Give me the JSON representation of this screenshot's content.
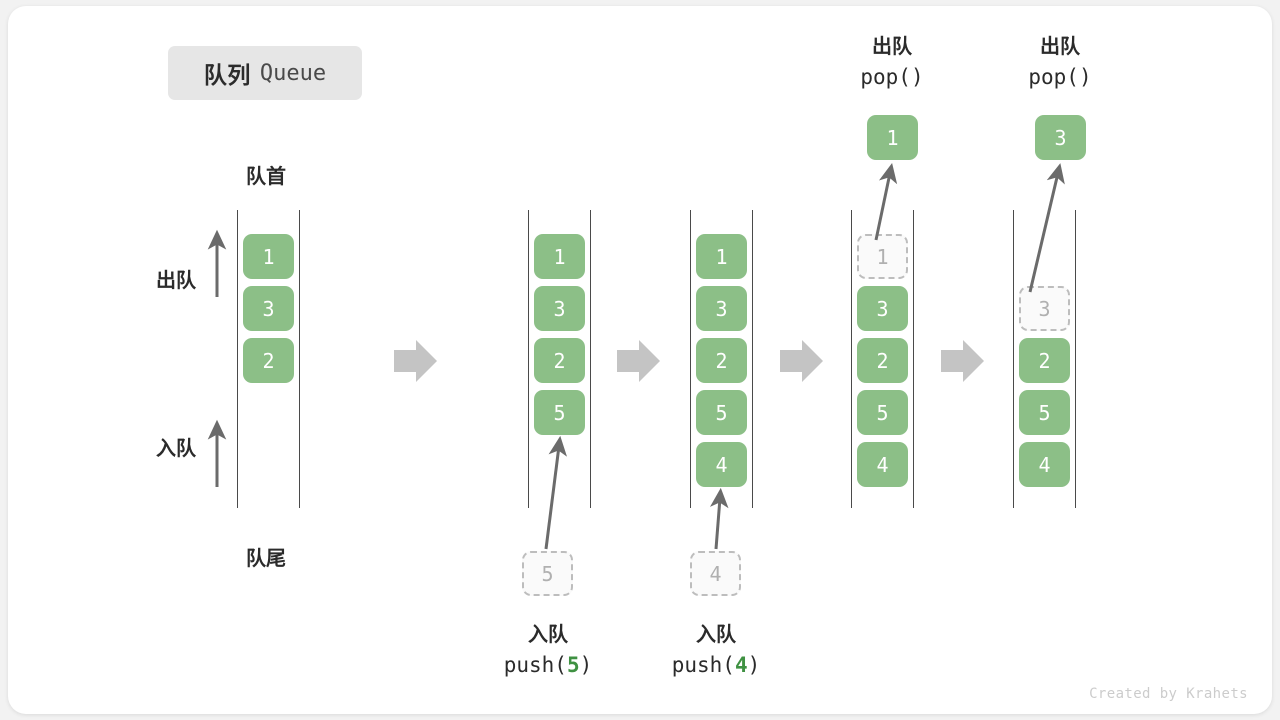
{
  "title": {
    "cn": "队列",
    "en": "Queue"
  },
  "labels": {
    "front": "队首",
    "rear": "队尾",
    "dequeue": "出队",
    "enqueue": "入队"
  },
  "credit": "Created by Krahets",
  "colors": {
    "box_fill": "#8cbf87",
    "box_text": "#ffffff",
    "ghost_border": "#bdbdbd",
    "ghost_text": "#b0b0b0",
    "rail": "#4a4a4a",
    "arrow": "#6b6b6b",
    "step_arrow": "#c4c4c4",
    "accent_code": "#3f9142",
    "badge_bg": "#e6e6e6"
  },
  "side_arrows": [
    {
      "label": "出队",
      "direction": "up"
    },
    {
      "label": "入队",
      "direction": "up"
    }
  ],
  "columns": [
    {
      "name": "initial",
      "slots": [
        {
          "value": "1",
          "state": "filled"
        },
        {
          "value": "3",
          "state": "filled"
        },
        {
          "value": "2",
          "state": "filled"
        }
      ]
    },
    {
      "name": "after-push-5",
      "slots": [
        {
          "value": "1",
          "state": "filled"
        },
        {
          "value": "3",
          "state": "filled"
        },
        {
          "value": "2",
          "state": "filled"
        },
        {
          "value": "5",
          "state": "filled"
        }
      ],
      "pending": {
        "value": "5",
        "state": "ghost"
      },
      "caption": {
        "cn": "入队",
        "code_prefix": "push(",
        "arg": "5",
        "code_suffix": ")"
      }
    },
    {
      "name": "after-push-4",
      "slots": [
        {
          "value": "1",
          "state": "filled"
        },
        {
          "value": "3",
          "state": "filled"
        },
        {
          "value": "2",
          "state": "filled"
        },
        {
          "value": "5",
          "state": "filled"
        },
        {
          "value": "4",
          "state": "filled"
        }
      ],
      "pending": {
        "value": "4",
        "state": "ghost"
      },
      "caption": {
        "cn": "入队",
        "code_prefix": "push(",
        "arg": "4",
        "code_suffix": ")"
      }
    },
    {
      "name": "after-pop-1",
      "slots": [
        {
          "value": "1",
          "state": "ghost"
        },
        {
          "value": "3",
          "state": "filled"
        },
        {
          "value": "2",
          "state": "filled"
        },
        {
          "value": "5",
          "state": "filled"
        },
        {
          "value": "4",
          "state": "filled"
        }
      ],
      "popped": {
        "value": "1",
        "state": "filled"
      },
      "caption": {
        "cn": "出队",
        "code_prefix": "pop(",
        "arg": "",
        "code_suffix": ")"
      }
    },
    {
      "name": "after-pop-3",
      "slots": [
        {
          "value": "",
          "state": "empty"
        },
        {
          "value": "3",
          "state": "ghost"
        },
        {
          "value": "2",
          "state": "filled"
        },
        {
          "value": "5",
          "state": "filled"
        },
        {
          "value": "4",
          "state": "filled"
        }
      ],
      "popped": {
        "value": "3",
        "state": "filled"
      },
      "caption": {
        "cn": "出队",
        "code_prefix": "pop(",
        "arg": "",
        "code_suffix": ")"
      }
    }
  ],
  "step_arrows": [
    {
      "from": "initial",
      "to": "after-push-5"
    },
    {
      "from": "after-push-5",
      "to": "after-push-4"
    },
    {
      "from": "after-push-4",
      "to": "after-pop-1"
    },
    {
      "from": "after-pop-1",
      "to": "after-pop-3"
    }
  ]
}
